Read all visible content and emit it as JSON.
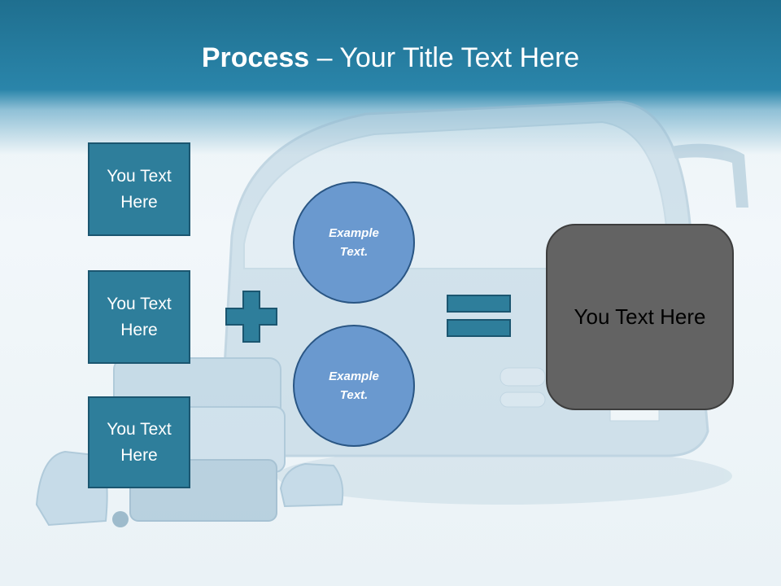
{
  "slide": {
    "title_bold": "Process",
    "title_rest": " – Your Title Text Here"
  },
  "left_boxes": [
    {
      "label": "You Text\nHere"
    },
    {
      "label": "You Text\nHere"
    },
    {
      "label": "You Text\nHere"
    }
  ],
  "circles": [
    {
      "label": "Example\nText."
    },
    {
      "label": "Example\nText."
    }
  ],
  "result_box": {
    "label": "You Text Here"
  },
  "colors": {
    "header": "#2a85aa",
    "box_fill": "#2e7e9b",
    "circle_fill": "#6a99cf",
    "result_fill": "#636363"
  },
  "icons": {
    "plus": "plus-icon",
    "equals": "equals-icon"
  }
}
